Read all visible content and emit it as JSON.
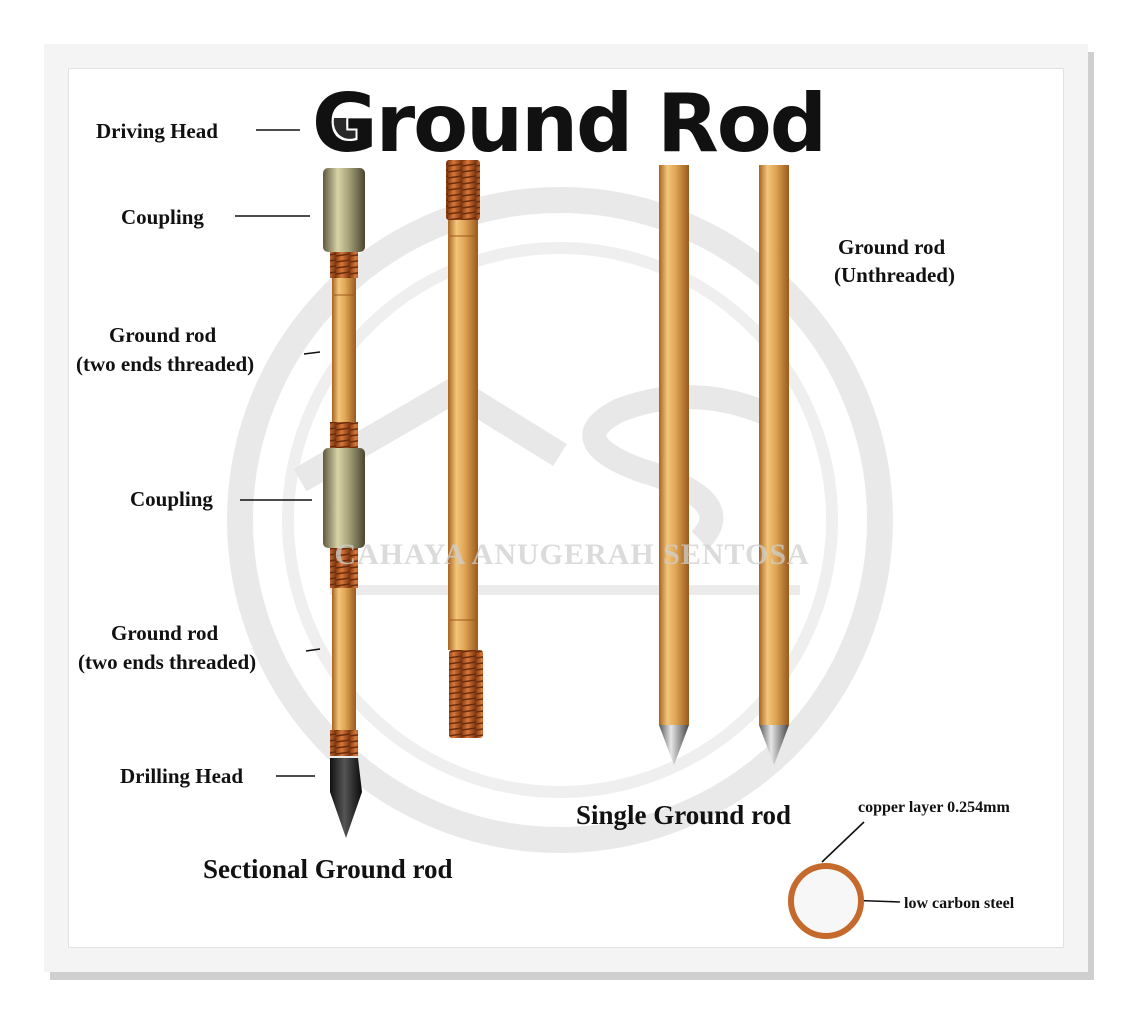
{
  "title": "Ground Rod",
  "watermark": "CAHAYA ANUGERAH SENTOSA",
  "labels": {
    "driving_head": "Driving Head",
    "coupling_top": "Coupling",
    "ground_rod_threaded_1_line1": "Ground rod",
    "ground_rod_threaded_1_line2": "(two ends threaded)",
    "coupling_middle": "Coupling",
    "ground_rod_threaded_2_line1": "Ground rod",
    "ground_rod_threaded_2_line2": "(two ends threaded)",
    "drilling_head": "Drilling Head",
    "sectional_caption": "Sectional Ground rod",
    "single_caption": "Single Ground rod",
    "unthreaded_line1": "Ground rod",
    "unthreaded_line2": "(Unthreaded)",
    "copper_layer": "copper layer 0.254mm",
    "low_carbon_steel": "low carbon steel"
  },
  "colors": {
    "copper_light": "#f2c67a",
    "copper_mid": "#d9953f",
    "copper_dark": "#a8621f",
    "coupling_light": "#d8d3a6",
    "coupling_dark": "#5f5a3f",
    "cross_section_ring": "#c56a2c",
    "label_text": "#111111"
  }
}
